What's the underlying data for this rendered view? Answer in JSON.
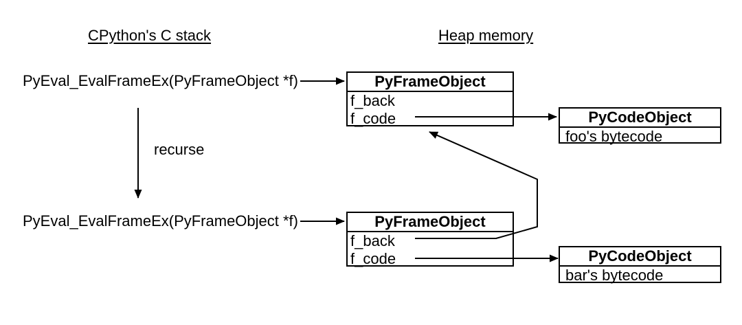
{
  "headings": {
    "stack": "CPython's C stack",
    "heap": "Heap memory"
  },
  "stack": {
    "calls": [
      "PyEval_EvalFrameEx(PyFrameObject *f)",
      "PyEval_EvalFrameEx(PyFrameObject *f)"
    ],
    "recurse_label": "recurse"
  },
  "heap": {
    "frame_objects": [
      {
        "title": "PyFrameObject",
        "fields": [
          "f_back",
          "f_code"
        ]
      },
      {
        "title": "PyFrameObject",
        "fields": [
          "f_back",
          "f_code"
        ]
      }
    ],
    "code_objects": [
      {
        "title": "PyCodeObject",
        "body": "foo's bytecode"
      },
      {
        "title": "PyCodeObject",
        "body": "bar's bytecode"
      }
    ]
  },
  "connections": [
    {
      "from": "stack-call-1",
      "to": "frame-object-box-1"
    },
    {
      "from": "stack-call-1",
      "to": "stack-call-2",
      "label": "recurse"
    },
    {
      "from": "stack-call-2",
      "to": "frame-object-box-2"
    },
    {
      "from": "frame-object-box-1 f_code",
      "to": "code-object-box-1"
    },
    {
      "from": "frame-object-box-2 f_code",
      "to": "code-object-box-2"
    },
    {
      "from": "frame-object-box-2 f_back",
      "to": "frame-object-box-1"
    }
  ],
  "colors": {
    "line": "#000000",
    "text": "#000000",
    "background": "#ffffff"
  }
}
